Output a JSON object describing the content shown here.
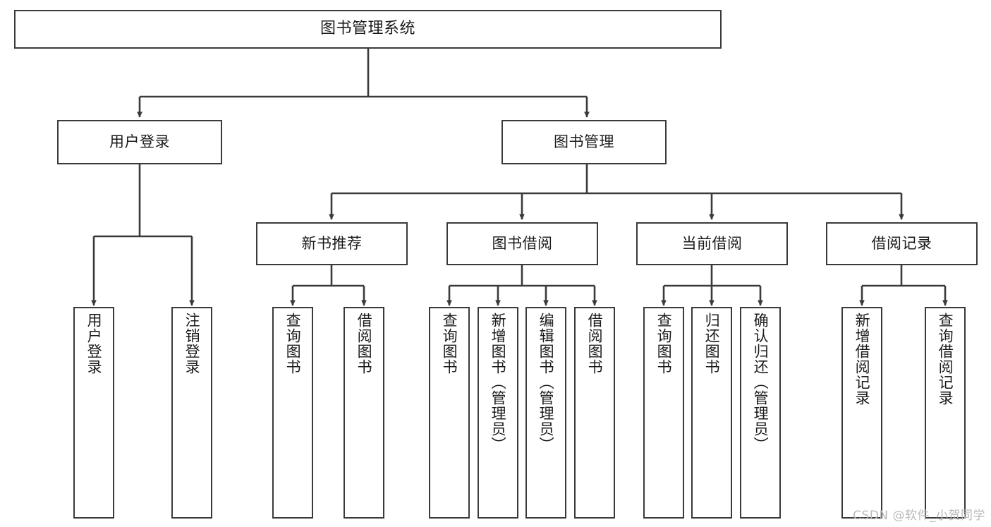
{
  "diagram": {
    "title": "图书管理系统",
    "type": "tree-hierarchy",
    "orientation": "top-down",
    "stroke_color": "#3a3a3a",
    "text_color": "#1b1b1b",
    "background_color": "#ffffff"
  },
  "nodes": {
    "root": {
      "label": "图书管理系统"
    },
    "level2": [
      {
        "label": "用户登录"
      },
      {
        "label": "图书管理"
      }
    ],
    "level3": [
      {
        "label": "新书推荐"
      },
      {
        "label": "图书借阅"
      },
      {
        "label": "当前借阅"
      },
      {
        "label": "借阅记录"
      }
    ],
    "leaves": {
      "user_login": [
        {
          "label": "用户登录"
        },
        {
          "label": "注销登录"
        }
      ],
      "new_book": [
        {
          "label": "查询图书"
        },
        {
          "label": "借阅图书"
        }
      ],
      "book_borrow": [
        {
          "label": "查询图书"
        },
        {
          "label": "新增图书（管理员）"
        },
        {
          "label": "编辑图书（管理员）"
        },
        {
          "label": "借阅图书"
        }
      ],
      "current_borrow": [
        {
          "label": "查询图书"
        },
        {
          "label": "归还图书"
        },
        {
          "label": "确认归还（管理员）"
        }
      ],
      "borrow_record": [
        {
          "label": "新增借阅记录"
        },
        {
          "label": "查询借阅记录"
        }
      ]
    }
  },
  "watermark": {
    "text": "CSDN @软件_小贺同学"
  }
}
